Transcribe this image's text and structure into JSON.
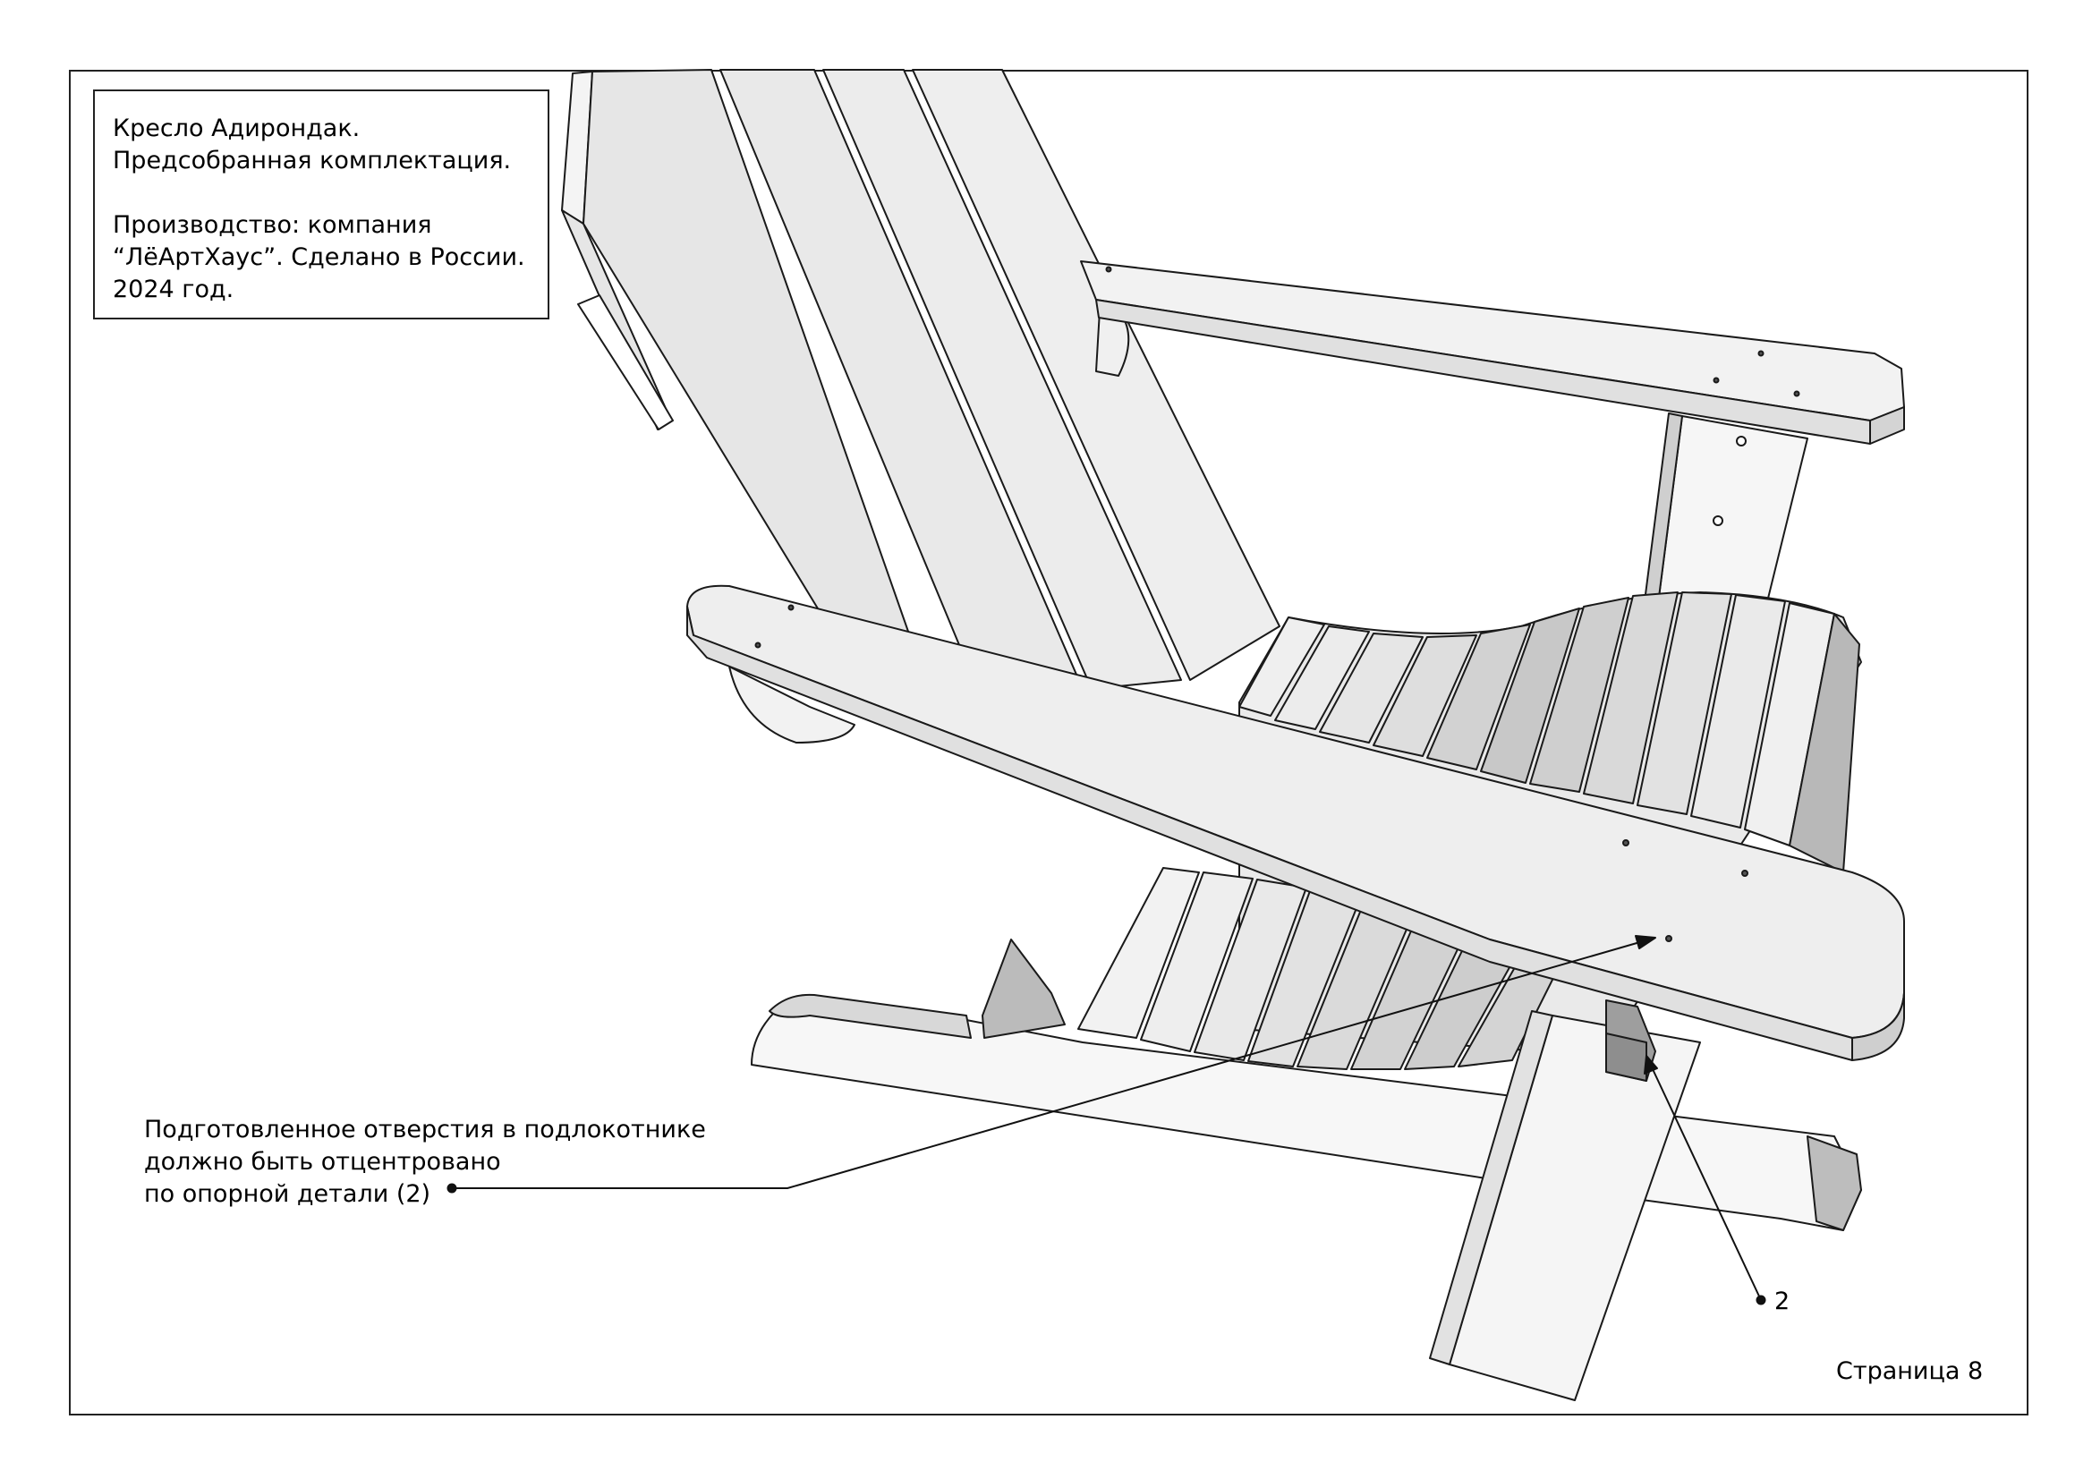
{
  "title_block": {
    "line1": "Кресло Адирондак.",
    "line2": "Предсобранная комплектация.",
    "line3": "Производство: компания",
    "line4": "“ЛёАртХаус”. Сделано в России.",
    "line5": "2024 год."
  },
  "callout_note": {
    "line1": "Подготовленное отверстия в подлокотнике",
    "line2": "должно быть отцентровано",
    "line3": "по опорной детали (2)"
  },
  "part_label": "2",
  "page_number": "Страница 8",
  "colors": {
    "line": "#1a1a1a",
    "face_light": "#f2f2f2",
    "face_mid": "#e2e2e2",
    "face_dark": "#c4c4c4",
    "face_darker": "#a8a8a8"
  }
}
